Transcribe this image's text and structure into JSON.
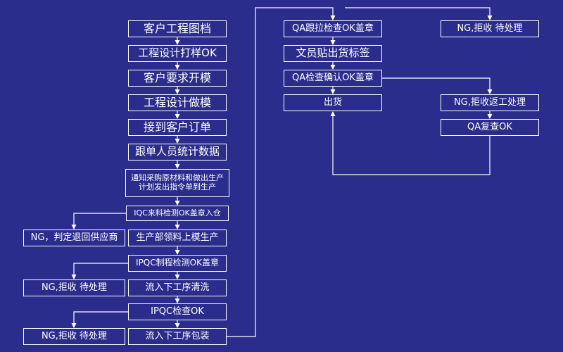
{
  "colors": {
    "background": "#2b2d8c",
    "stroke": "#ffffff",
    "text": "#ffffff"
  },
  "steps": {
    "customer_drawing": "客户工程图档",
    "eng_sample": "工程设计打样OK",
    "customer_mold": "客户要求开模",
    "eng_mold": "工程设计做模",
    "receive_order": "接到客户订单",
    "merch_stats": "跟单人员统计数据",
    "notify_purchase": "通知采购原材料和做出生产计划发出指令单到生产",
    "iqc": "IQC来料检测OK盖章入仓",
    "iqc_ng": "NG，判定退回供应商",
    "prod_mold": "生产部领料上模生产",
    "ipqc1": "IPQC制程检测OK盖章",
    "ipqc1_ng": "NG,拒收  待处理",
    "clean": "流入下工序清洗",
    "ipqc2": "IPQC检查OK",
    "ipqc2_ng": "NG,拒收  待处理",
    "pack": "流入下工序包装",
    "qa_pull": "QA跟拉检查OK盖章",
    "qa_pull_ng": "NG,拒收  待处理",
    "clerk_label": "文员贴出货标签",
    "qa_confirm": "QA检查确认OK盖章",
    "ship": "出货",
    "rework": "NG,拒收返工处理",
    "qa_recheck": "QA复查OK"
  }
}
